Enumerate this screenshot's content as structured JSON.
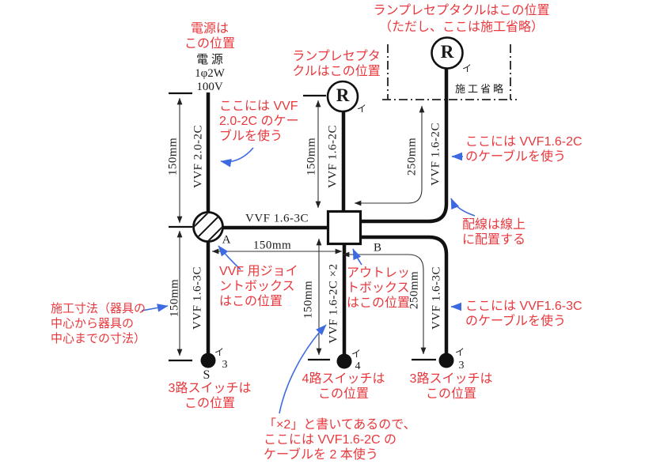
{
  "colors": {
    "annotation_red": "#e8383d",
    "arrow_blue": "#3d6ae0",
    "line_black": "#1a1a1a"
  },
  "annotations": {
    "receptacle_top": "ランプレセプタクルはこの位置\n（ただし、ここは施工省略）",
    "power_position": "電源は\nこの位置",
    "receptacle_center": "ランプレセプタ\nクルはこの位置",
    "cable_vvf20": "ここには VVF\n2.0-2C のケー\nブルを使う",
    "cable_vvf162_right": "ここには VVF1.6-2C\nのケーブルを使う",
    "wiring_on_line": "配線は線上\nに配置する",
    "joint_box": "VVF 用ジョイ\nントボックス\nはこの位置",
    "outlet_box": "アウトレッ\nトボックス\nはこの位置",
    "installation_dimension": "施工寸法（器具の\n中心から器具の\n中心までの寸法）",
    "cable_vvf163_right": "ここには VVF1.6-3C\nのケーブルを使う",
    "switch3_left": "3路スイッチは\nこの位置",
    "switch4_center": "4路スイッチは\nこの位置",
    "switch3_right": "3路スイッチは\nこの位置",
    "x2_two_cables": "「×2」と書いてあるので、\nここには VVF1.6-2C の\nケーブルを 2 本使う"
  },
  "power": {
    "spec": "電 源\n1φ2W\n100V"
  },
  "cable_labels": {
    "source": "VVF 2.0-2C",
    "joint_to_outlet": "VVF 1.6-3C",
    "center_lamp": "VVF 1.6-2C",
    "right_lamp": "VVF 1.6-2C",
    "left_switch": "VVF 1.6-3C",
    "center_switch": "VVF 1.6-2C ×2",
    "right_switch": "VVF 1.6-3C"
  },
  "dimensions": {
    "left_top": "150mm",
    "left_bottom": "150mm",
    "center_top": "150mm",
    "center_bottom": "150mm",
    "right_top": "250mm",
    "right_bottom": "250mm",
    "horizontal": "150mm"
  },
  "devices": {
    "receptacle_letter": "R",
    "circuit_mark": "イ",
    "joint_label": "A",
    "outlet_label": "B",
    "switch_left_num": "3",
    "switch_center_num": "4",
    "switch_right_num": "3",
    "switch_s_mark": "S",
    "omitted_label": "施工省略"
  }
}
